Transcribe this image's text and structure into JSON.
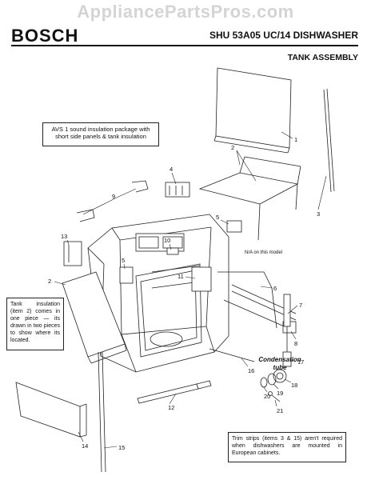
{
  "watermark": "AppliancePartsPros.com",
  "header": {
    "brand": "BOSCH",
    "model": "SHU 53A05 UC/14 DISHWASHER",
    "section": "TANK ASSEMBLY"
  },
  "notes": {
    "avs": "AVS 1 sound insulation package with short side panels & tank insulation",
    "tank": "Tank insulation (item 2) comes in one piece — its drawn in two pieces to show where its located.",
    "trim": "Trim strips (items 3 & 15) aren't required when dishwashers are mounted in European cabinets."
  },
  "labels": {
    "condensation": "Condensation tube",
    "na": "N/A on this model"
  },
  "callouts": [
    "1",
    "2",
    "3",
    "4",
    "5",
    "9",
    "13",
    "10",
    "5",
    "2",
    "11",
    "6",
    "7",
    "8",
    "17",
    "16",
    "18",
    "19",
    "20",
    "21",
    "12",
    "14",
    "15"
  ]
}
